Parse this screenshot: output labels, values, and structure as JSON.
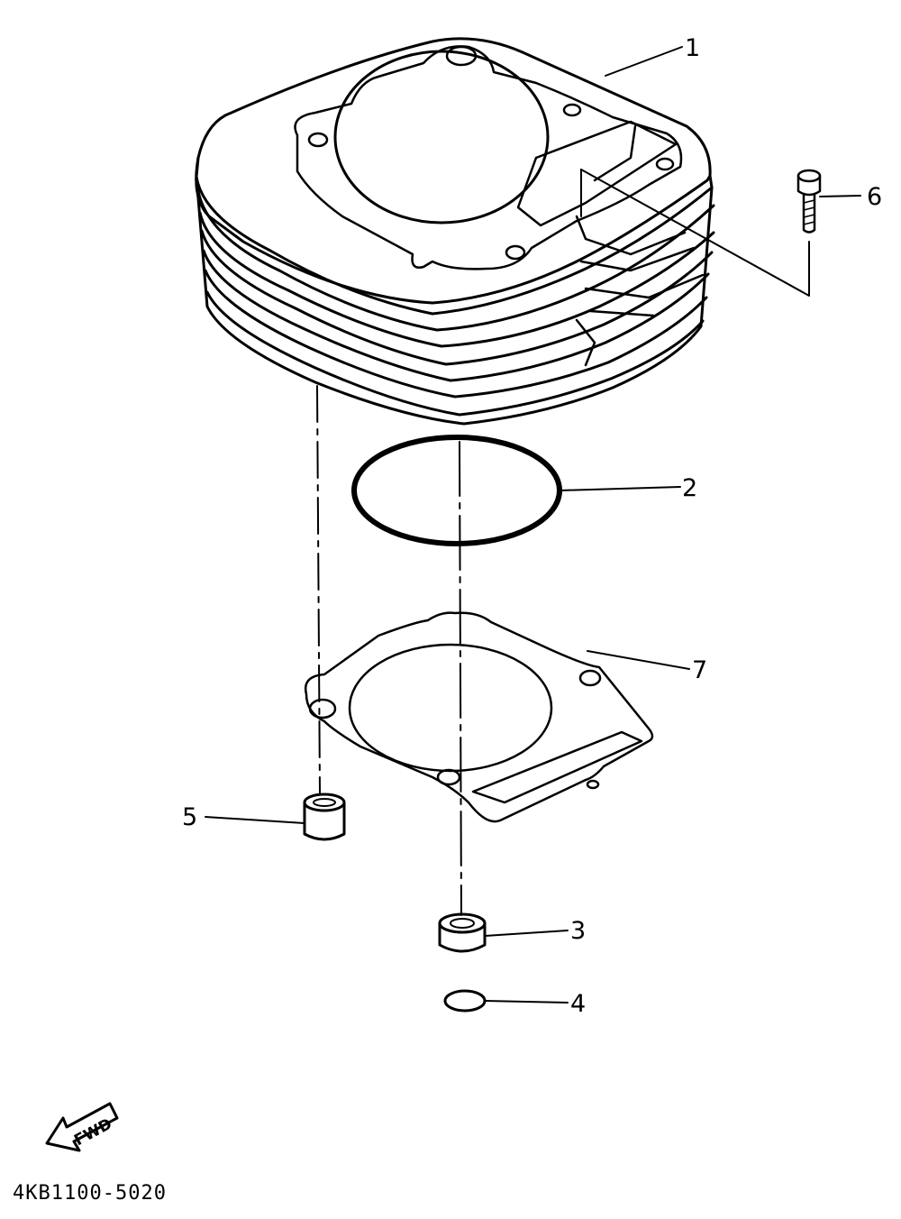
{
  "callouts": [
    {
      "id": "1",
      "label": "1"
    },
    {
      "id": "2",
      "label": "2"
    },
    {
      "id": "3",
      "label": "3"
    },
    {
      "id": "4",
      "label": "4"
    },
    {
      "id": "5",
      "label": "5"
    },
    {
      "id": "6",
      "label": "6"
    },
    {
      "id": "7",
      "label": "7"
    }
  ],
  "fwd_label": "FWD",
  "diagram_code": "4KB1100-5020"
}
